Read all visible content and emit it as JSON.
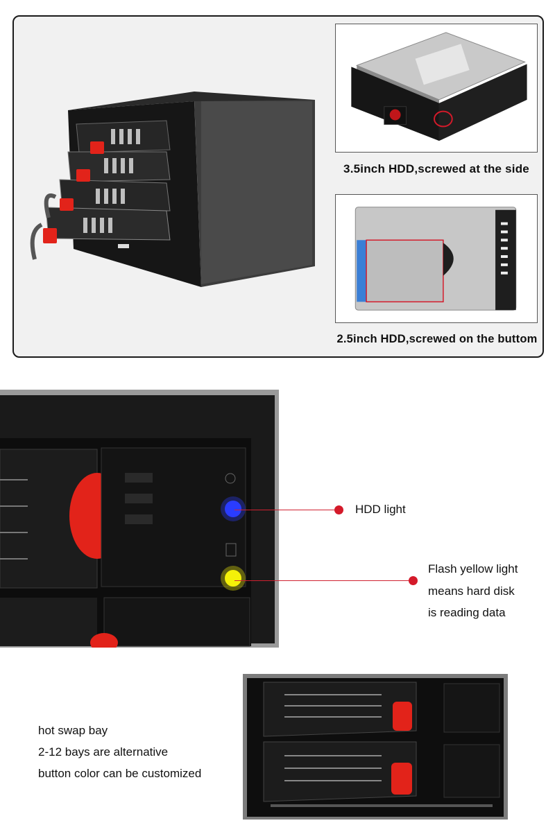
{
  "section_top": {
    "caption_35": "3.5inch HDD,screwed  at  the side",
    "caption_25": "2.5inch HDD,screwed on the buttom"
  },
  "section_led": {
    "hdd_light_label": "HDD light",
    "flash_lines": [
      "Flash yellow light",
      "means hard disk",
      "is reading data"
    ],
    "colors": {
      "blue_led": "#2a3cff",
      "yellow_led": "#f4f20a",
      "callout": "#d41a2a"
    }
  },
  "section_bay": {
    "lines": [
      "hot swap bay",
      "2-12 bays are alternative",
      "button color can be customized"
    ],
    "colors": {
      "latch": "#e2231a"
    }
  }
}
